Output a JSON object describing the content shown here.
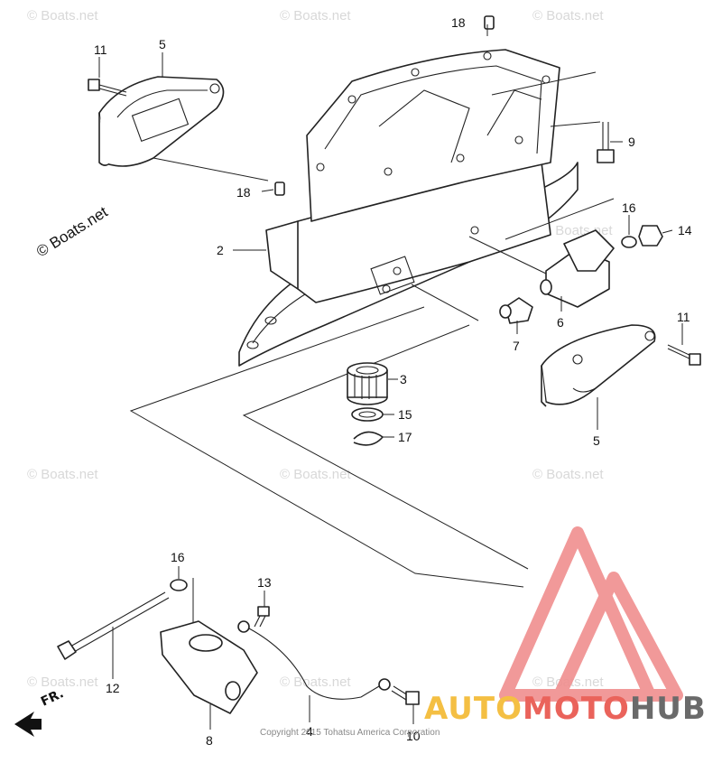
{
  "watermark": "© Boats.net",
  "brand_side": "© Boats.net",
  "copyright": "Copyright 2015 Tohatsu America Corporation",
  "front_marker": "FR.",
  "logo": {
    "part1": "AUTO",
    "part2": "MOTO",
    "part3": "HUB"
  },
  "colors": {
    "logo_red": "#e8534a",
    "logo_gray": "#5a5a5a",
    "logo_yellow": "#f3b92f",
    "triangle": "#f08f8f"
  },
  "callouts": {
    "c18a": "18",
    "c11a": "11",
    "c5a": "5",
    "c9": "9",
    "c18b": "18",
    "c2": "2",
    "c16a": "16",
    "c14": "14",
    "c6": "6",
    "c7": "7",
    "c11b": "11",
    "c3": "3",
    "c15": "15",
    "c17": "17",
    "c5b": "5",
    "c16b": "16",
    "c13": "13",
    "c12": "12",
    "c8": "8",
    "c4": "4",
    "c10": "10"
  }
}
